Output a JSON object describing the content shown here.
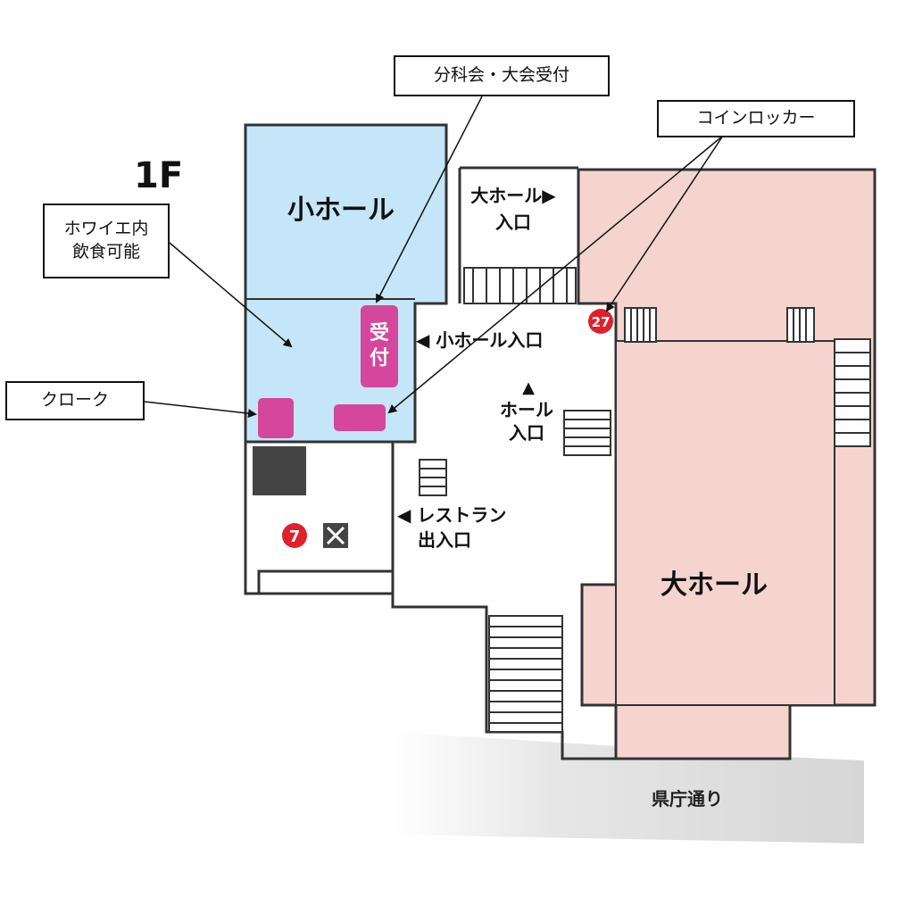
{
  "floor_label": "1F",
  "callouts": {
    "reception": "分科会・大会受付",
    "coin_locker": "コインロッカー",
    "foyer_line1": "ホワイエ内",
    "foyer_line2": "飲食可能",
    "cloak": "クローク"
  },
  "rooms": {
    "small_hall": "小ホール",
    "large_hall": "大ホール",
    "reception_desk_line1": "受",
    "reception_desk_line2": "付"
  },
  "entrances": {
    "large_hall_line1": "大ホール▶",
    "large_hall_line2": "入口",
    "small_hall": "◀ 小ホール入口",
    "hall_arrow": "▲",
    "hall_line1": "ホール",
    "hall_line2": "入口",
    "restaurant_line1": "◀ レストラン",
    "restaurant_line2": "出入口"
  },
  "markers": {
    "restaurant_number": "7",
    "locker_number": "27"
  },
  "street": "県庁通り",
  "colors": {
    "small_hall": "#c5e6f8",
    "large_hall": "#f5d4cf",
    "highlight": "#d4479c",
    "marker": "#e0202a"
  }
}
